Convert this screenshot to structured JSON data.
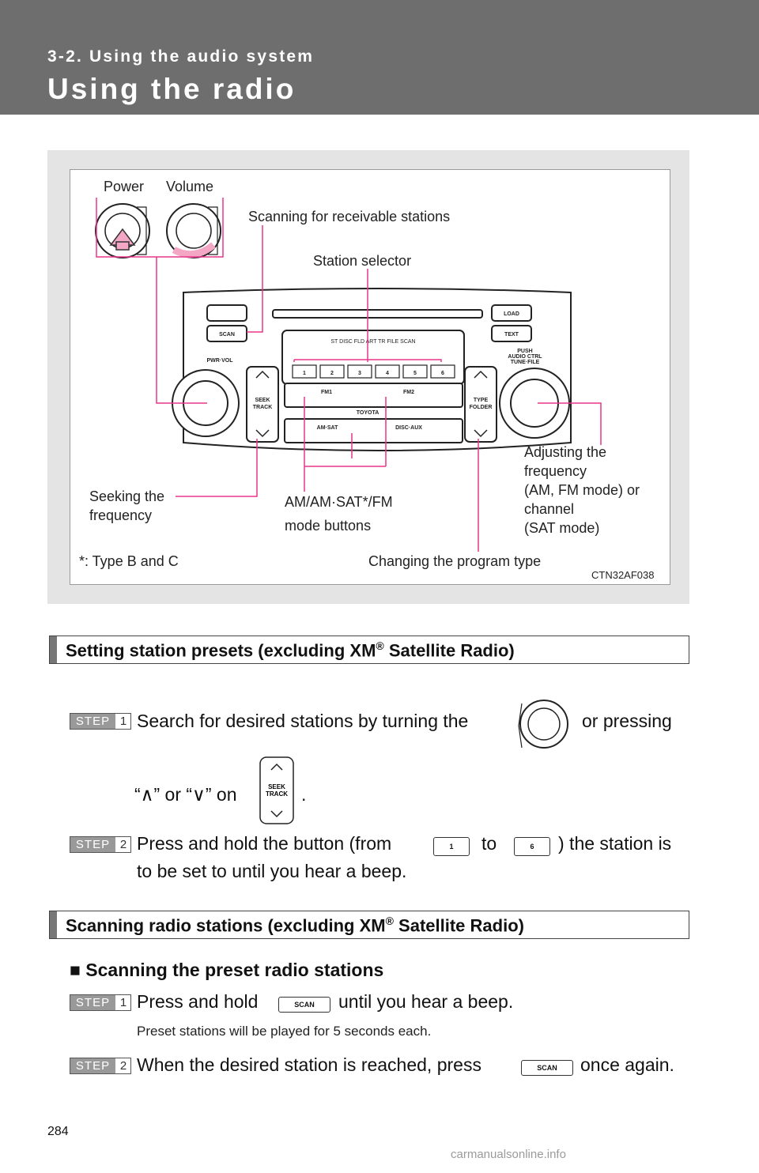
{
  "header": {
    "section_label": "3-2. Using the audio system",
    "title": "Using the radio"
  },
  "figure": {
    "labels": {
      "power": "Power",
      "volume": "Volume",
      "scanning": "Scanning for receivable stations",
      "station_selector": "Station selector",
      "adjusting": [
        "Adjusting the",
        "frequency",
        "(AM, FM mode) or",
        "channel",
        "(SAT mode)"
      ],
      "seeking": [
        "Seeking the",
        "frequency"
      ],
      "mode_buttons": [
        "AM/AM·SAT*/FM",
        "mode buttons"
      ],
      "footnote": "*: Type B and C",
      "program_type": "Changing the program type",
      "code": "CTN32AF038"
    },
    "unit_text": {
      "load": "LOAD",
      "text": "TEXT",
      "scan": "SCAN",
      "pwr_vol": "PWR·VOL",
      "seek_track": [
        "SEEK",
        "TRACK"
      ],
      "type_folder": [
        "TYPE",
        "FOLDER"
      ],
      "push": [
        "PUSH",
        "AUDIO CTRL",
        "TUNE·FILE"
      ],
      "presets": [
        "1",
        "2",
        "3",
        "4",
        "5",
        "6"
      ],
      "fm1": "FM1",
      "fm2": "FM2",
      "toyota": "TOYOTA",
      "am_sat": "AM·SAT",
      "disc_aux": "DISC·AUX",
      "display_row": "ST  DISC  FLD  ART  TR  FILE  SCAN"
    }
  },
  "section1": {
    "title_main": "Setting station presets (excluding XM",
    "title_reg": "®",
    "title_end": " Satellite Radio)",
    "step_word": "STEP",
    "step1": {
      "num": "1",
      "text_a": "Search for desired stations by turning the",
      "text_b": "or pressing",
      "text_c": "“∧” or “∨” on",
      "text_d": "."
    },
    "step2": {
      "num": "2",
      "text_a": "Press and hold the button (from",
      "btn_from": "1",
      "text_to": "to",
      "btn_to": "6",
      "text_b": ") the station is",
      "text_c": "to be set to until you hear a beep."
    }
  },
  "section2": {
    "title_main": "Scanning radio stations (excluding XM",
    "title_reg": "®",
    "title_end": " Satellite Radio)",
    "subsection": "■ Scanning the preset radio stations",
    "step1": {
      "num": "1",
      "text_a": "Press and hold",
      "btn": "SCAN",
      "text_b": "until you hear a beep.",
      "note": "Preset stations will be played for 5 seconds each."
    },
    "step2": {
      "num": "2",
      "text_a": "When the desired station is reached, press",
      "btn": "SCAN",
      "text_b": "once again."
    }
  },
  "page_number": "284",
  "watermark": "carmanualsonline.info",
  "colors": {
    "callout_line": "#e8358a",
    "header_bg": "#6e6e6e"
  }
}
